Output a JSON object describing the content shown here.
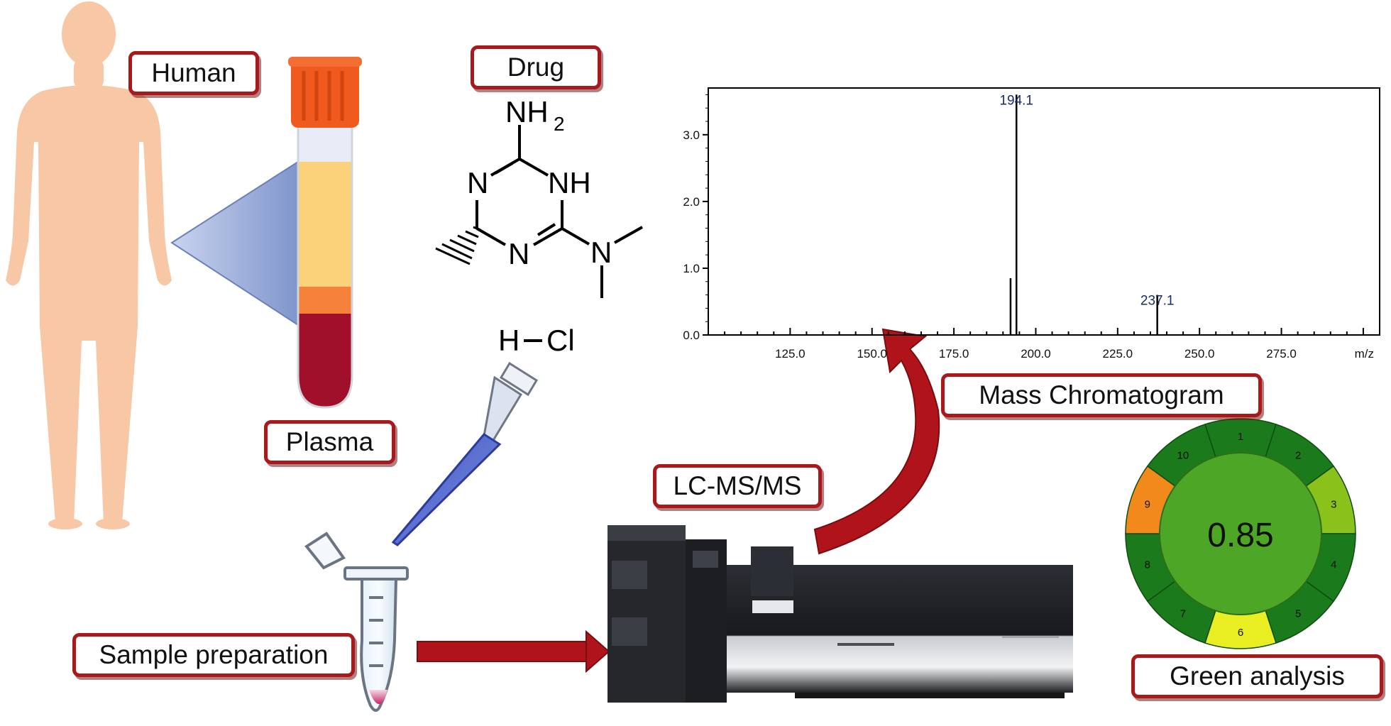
{
  "labels": {
    "human": "Human",
    "plasma": "Plasma",
    "drug": "Drug",
    "sample_preparation": "Sample preparation",
    "lcmsms": "LC-MS/MS",
    "mass_chromatogram": "Mass Chromatogram",
    "green_analysis": "Green analysis"
  },
  "molecule": {
    "nh2": "NH",
    "nh2_sub": "2",
    "n_left": "N",
    "nh": "NH",
    "n_bottom": "N",
    "n_amine": "N",
    "hcl_h": "H",
    "hcl_cl": "Cl"
  },
  "chart_data": {
    "type": "bar",
    "title": "",
    "xlabel": "m/z",
    "ylabel": "",
    "xlim": [
      100,
      305
    ],
    "ylim": [
      0,
      3.7
    ],
    "x_ticks": [
      "125.0",
      "150.0",
      "175.0",
      "200.0",
      "225.0",
      "250.0",
      "275.0"
    ],
    "y_ticks": [
      "0.0",
      "1.0",
      "2.0",
      "3.0"
    ],
    "grid": false,
    "peaks": [
      {
        "mz": 192.3,
        "intensity": 0.85,
        "label": ""
      },
      {
        "mz": 194.1,
        "intensity": 3.6,
        "label": "194.1"
      },
      {
        "mz": 237.1,
        "intensity": 0.6,
        "label": "237.1"
      }
    ],
    "label_color": "#1a2a6a"
  },
  "green_score": {
    "score": "0.85",
    "segments": [
      {
        "n": "1",
        "color": "#1b7a1b"
      },
      {
        "n": "2",
        "color": "#1b7a1b"
      },
      {
        "n": "3",
        "color": "#8ac21b"
      },
      {
        "n": "4",
        "color": "#1b7a1b"
      },
      {
        "n": "5",
        "color": "#1b7a1b"
      },
      {
        "n": "6",
        "color": "#e8ee22"
      },
      {
        "n": "7",
        "color": "#1b7a1b"
      },
      {
        "n": "8",
        "color": "#1b7a1b"
      },
      {
        "n": "9",
        "color": "#f28a1b"
      },
      {
        "n": "10",
        "color": "#1b7a1b"
      }
    ],
    "center_color": "#4ea626"
  },
  "colors": {
    "label_border": "#a8191c",
    "arrow": "#b0141a",
    "skin": "#f7c7a6",
    "blood": "#a0102a",
    "plasma": "#fbd27a",
    "cap": "#f05a1e"
  }
}
